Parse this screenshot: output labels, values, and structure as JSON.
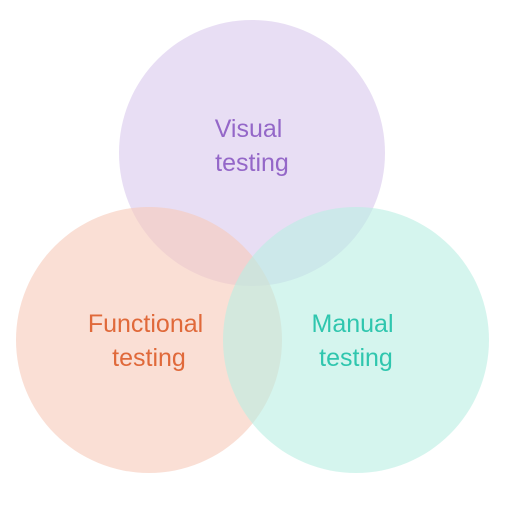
{
  "venn": {
    "sets": [
      {
        "id": "visual",
        "line1": "Visual",
        "line2": "testing",
        "fill": "#d8c8ec",
        "text_color": "#9467c8"
      },
      {
        "id": "functional",
        "line1": "Functional",
        "line2": "testing",
        "fill": "#f6c9b9",
        "text_color": "#e0693a"
      },
      {
        "id": "manual",
        "line1": "Manual",
        "line2": "testing",
        "fill": "#b9eee3",
        "text_color": "#2fc6ae"
      }
    ]
  }
}
